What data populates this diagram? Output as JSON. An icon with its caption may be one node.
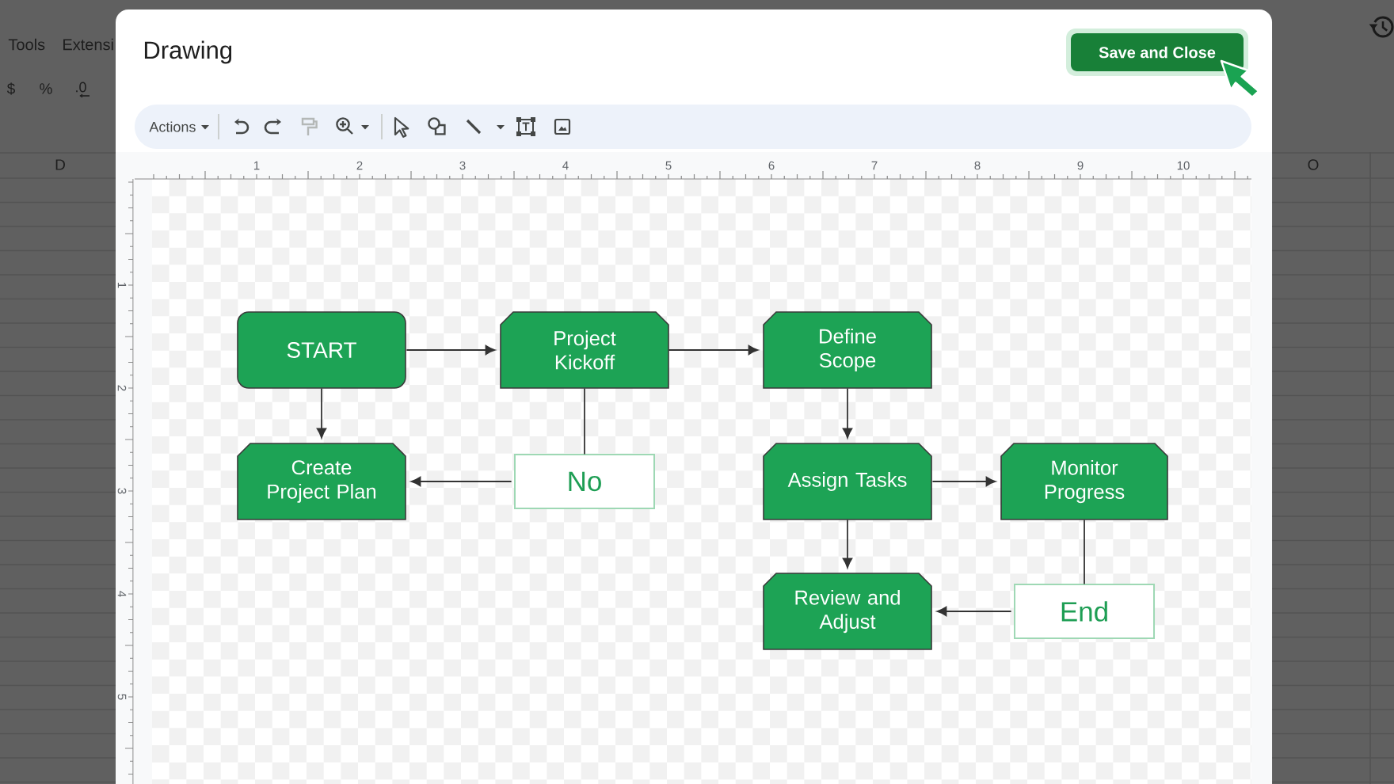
{
  "diagram": {
    "title": "Drawing",
    "nodes": [
      {
        "text": [
          "START"
        ]
      },
      {
        "text": [
          "Project Kickoff"
        ]
      },
      {
        "text": [
          "Define Scope"
        ]
      },
      {
        "text": [
          "Create Project Plan"
        ]
      },
      {
        "text": [
          "No"
        ]
      },
      {
        "text": [
          "Assign Tasks"
        ]
      },
      {
        "text": [
          "Monitor Progress"
        ]
      },
      {
        "text": [
          "Review and Adjust"
        ]
      },
      {
        "text": [
          "End"
        ]
      }
    ],
    "edges": [
      {
        "from": 0,
        "to": 1,
        "arrow": "to"
      },
      {
        "from": 1,
        "to": 2,
        "arrow": "to"
      },
      {
        "from": 0,
        "to": 3,
        "arrow": "to"
      },
      {
        "from": 1,
        "to": 4,
        "arrow": "none"
      },
      {
        "from": 4,
        "to": 3,
        "arrow": "to"
      },
      {
        "from": 2,
        "to": 5,
        "arrow": "to"
      },
      {
        "from": 5,
        "to": 6,
        "arrow": "to"
      },
      {
        "from": 5,
        "to": 7,
        "arrow": "to"
      },
      {
        "from": 6,
        "to": 8,
        "arrow": "none"
      },
      {
        "from": 8,
        "to": 7,
        "arrow": "to"
      }
    ],
    "labels": [
      "Tools",
      "Extensi",
      "Save and Close",
      "$",
      "%",
      ".0",
      "Actions",
      "D",
      "1",
      "2",
      "3",
      "4",
      "5",
      "6",
      "7",
      "8",
      "9",
      "10",
      "O",
      "1",
      "2",
      "3",
      "4",
      "5"
    ]
  }
}
